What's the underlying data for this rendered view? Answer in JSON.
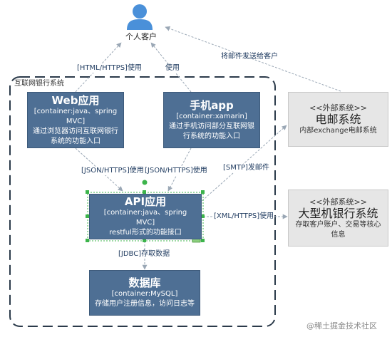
{
  "person": {
    "label": "个人客户",
    "icon": "person-icon"
  },
  "boundary": {
    "label": "互联网银行系统"
  },
  "web_app": {
    "title": "Web应用",
    "tech": "[container:java、spring MVC]",
    "desc": "通过浏览器访问互联网银行系统的功能入口"
  },
  "mobile_app": {
    "title": "手机app",
    "tech": "[container:xamarin]",
    "desc": "通过手机访问部分互联网银行系统的功能入口"
  },
  "api_app": {
    "title": "API应用",
    "tech": "[container:java、spring MVC]",
    "desc": "restful形式的功能接口"
  },
  "database": {
    "title": "数据库",
    "tech": "[container:MySQL]",
    "desc": "存储用户注册信息，访问日志等"
  },
  "email_system": {
    "tag": "<<外部系统>>",
    "title": "电邮系统",
    "desc": "内部exchange电邮系统"
  },
  "mainframe_system": {
    "tag": "<<外部系统>>",
    "title": "大型机银行系统",
    "desc": "存取客户账户、交易等核心信息"
  },
  "edges": {
    "web_to_person": "[HTML/HTTPS]使用",
    "mobile_to_person": "使用",
    "email_to_person": "将邮件发送给客户",
    "web_to_api": "[JSON/HTTPS]使用",
    "mobile_to_api": "[JSON/HTTPS]使用",
    "api_to_email": "[SMTP]发邮件",
    "api_to_mainframe": "[XML/HTTPS]使用",
    "api_to_db": "[JDBC]存取数据"
  },
  "watermark": "@稀土掘金技术社区",
  "colors": {
    "container": "#4e6f94",
    "external": "#e6e6e6",
    "arrow": "#9aa7b5",
    "boundary": "#2b3a4a",
    "icon": "#4a90d9"
  }
}
